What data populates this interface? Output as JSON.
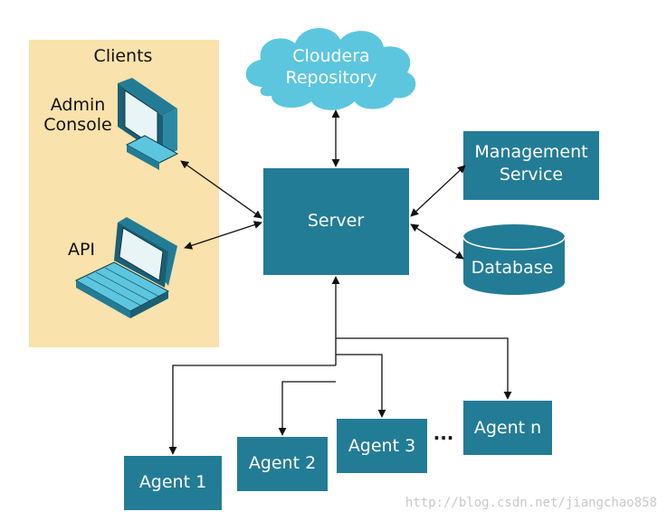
{
  "clients": {
    "title": "Clients",
    "admin_console_line1": "Admin",
    "admin_console_line2": "Console",
    "api_label": "API"
  },
  "repository": {
    "line1": "Cloudera",
    "line2": "Repository"
  },
  "server": {
    "label": "Server"
  },
  "management_service": {
    "line1": "Management",
    "line2": "Service"
  },
  "database": {
    "label": "Database"
  },
  "agents": {
    "agent1": "Agent 1",
    "agent2": "Agent 2",
    "agent3": "Agent 3",
    "agentn": "Agent n",
    "ellipsis": "..."
  },
  "watermark": "http://blog.csdn.net/jiangchao858",
  "colors": {
    "box_fill": "#237c96",
    "cloud_fill": "#5cc6df",
    "client_panel": "#f9e2ab",
    "arrow": "#111111"
  }
}
